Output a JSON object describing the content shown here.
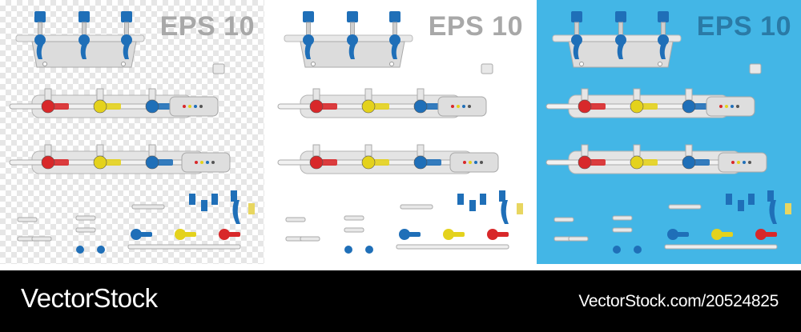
{
  "panels": [
    {
      "id": "transparent",
      "badge": "EPS 10",
      "background": "checkerboard"
    },
    {
      "id": "white",
      "badge": "EPS 10",
      "background": "#ffffff"
    },
    {
      "id": "blue",
      "badge": "EPS 10",
      "background": "#43b6e6"
    }
  ],
  "colors": {
    "valve_red": "#d8282a",
    "valve_yellow": "#e4d21c",
    "valve_blue": "#1f6fb8",
    "plastic": "#e8e8e8",
    "footer": "#000000"
  },
  "footer": {
    "brand": "VectorStock",
    "stock_id": "VectorStock.com/20524825"
  }
}
